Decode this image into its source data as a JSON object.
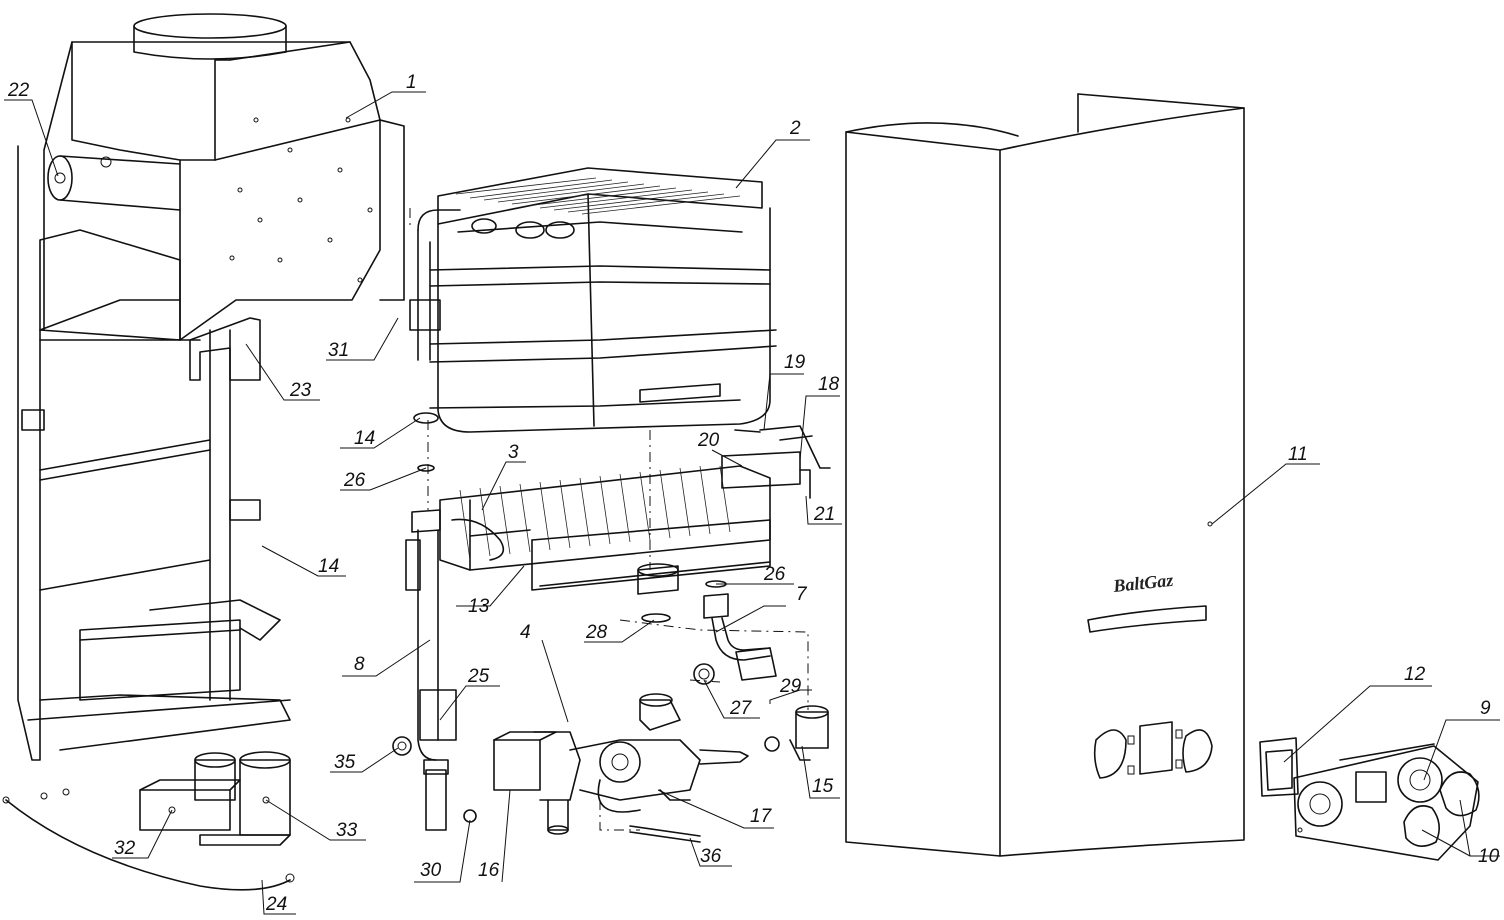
{
  "diagram": {
    "brand_logo_text": "BaltGaz",
    "part_labels": [
      {
        "id": "p1",
        "text": "1"
      },
      {
        "id": "p2",
        "text": "2"
      },
      {
        "id": "p3",
        "text": "3"
      },
      {
        "id": "p4",
        "text": "4"
      },
      {
        "id": "p7",
        "text": "7"
      },
      {
        "id": "p8",
        "text": "8"
      },
      {
        "id": "p9",
        "text": "9"
      },
      {
        "id": "p10",
        "text": "10"
      },
      {
        "id": "p11",
        "text": "11"
      },
      {
        "id": "p12",
        "text": "12"
      },
      {
        "id": "p13",
        "text": "13"
      },
      {
        "id": "p14a",
        "text": "14"
      },
      {
        "id": "p14b",
        "text": "14"
      },
      {
        "id": "p15",
        "text": "15"
      },
      {
        "id": "p16",
        "text": "16"
      },
      {
        "id": "p17",
        "text": "17"
      },
      {
        "id": "p18",
        "text": "18"
      },
      {
        "id": "p19",
        "text": "19"
      },
      {
        "id": "p20",
        "text": "20"
      },
      {
        "id": "p21",
        "text": "21"
      },
      {
        "id": "p22",
        "text": "22"
      },
      {
        "id": "p23",
        "text": "23"
      },
      {
        "id": "p24",
        "text": "24"
      },
      {
        "id": "p25",
        "text": "25"
      },
      {
        "id": "p26a",
        "text": "26"
      },
      {
        "id": "p26b",
        "text": "26"
      },
      {
        "id": "p27",
        "text": "27"
      },
      {
        "id": "p28",
        "text": "28"
      },
      {
        "id": "p29",
        "text": "29"
      },
      {
        "id": "p30",
        "text": "30"
      },
      {
        "id": "p31",
        "text": "31"
      },
      {
        "id": "p32",
        "text": "32"
      },
      {
        "id": "p33",
        "text": "33"
      },
      {
        "id": "p35",
        "text": "35"
      },
      {
        "id": "p36",
        "text": "36"
      }
    ]
  }
}
